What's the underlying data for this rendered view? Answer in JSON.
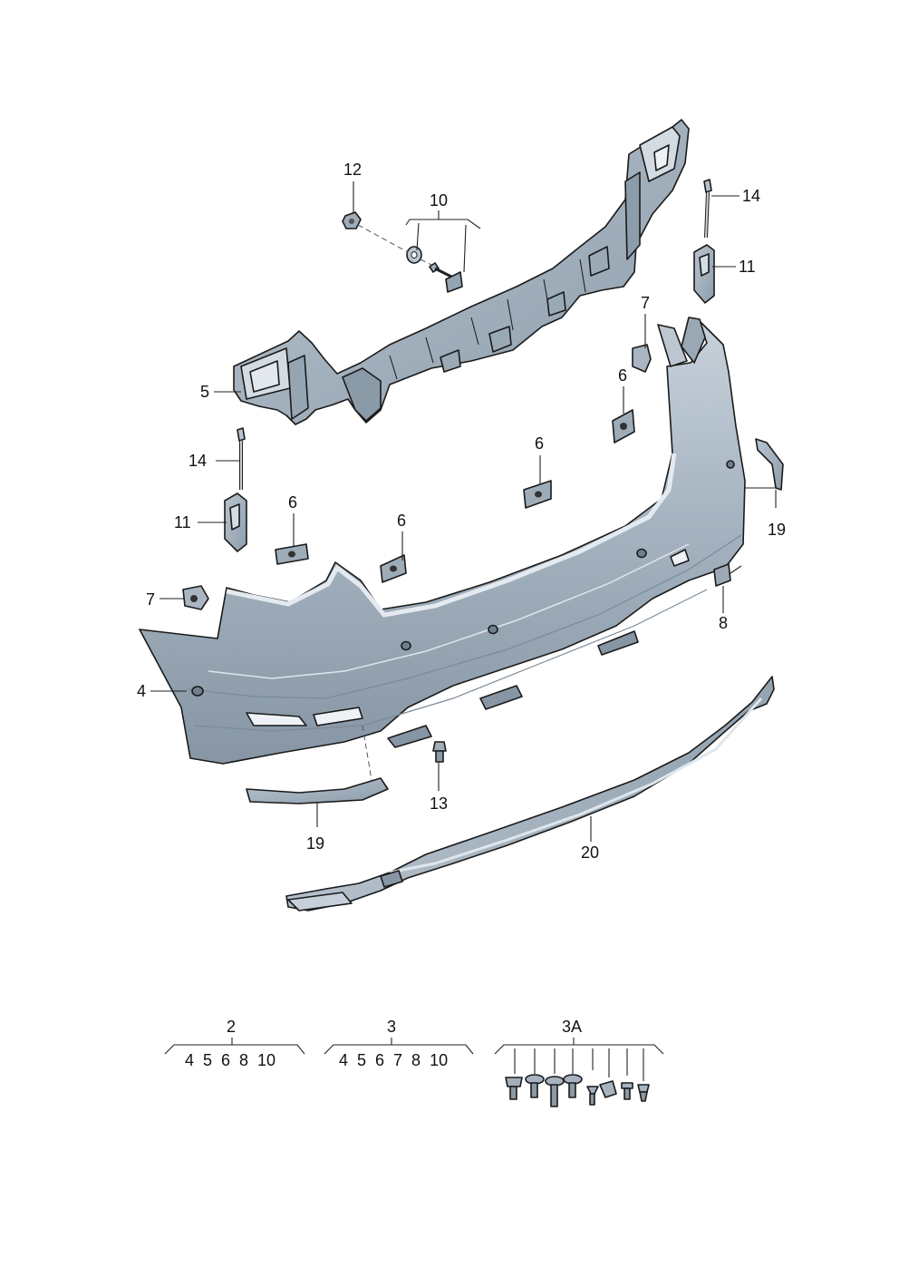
{
  "diagram": {
    "colors": {
      "part_fill": "#a3b2bf",
      "part_fill_light": "#c4cfd9",
      "part_fill_dark": "#7d8e9c",
      "outline": "#1a1a1a"
    },
    "callouts": {
      "c12": "12",
      "c10": "10",
      "c14_right": "14",
      "c11_right": "11",
      "c5": "5",
      "c7_right": "7",
      "c6_a": "6",
      "c6_b": "6",
      "c14_left": "14",
      "c11_left": "11",
      "c6_c": "6",
      "c6_d": "6",
      "c19_right": "19",
      "c7_left": "7",
      "c8": "8",
      "c4": "4",
      "c13": "13",
      "c19_left": "19",
      "c20": "20"
    },
    "kits": [
      {
        "label": "2",
        "items": "4  5  6  8  10"
      },
      {
        "label": "3",
        "items": "4  5  6  7  8  10"
      },
      {
        "label": "3A",
        "items": ""
      }
    ]
  }
}
